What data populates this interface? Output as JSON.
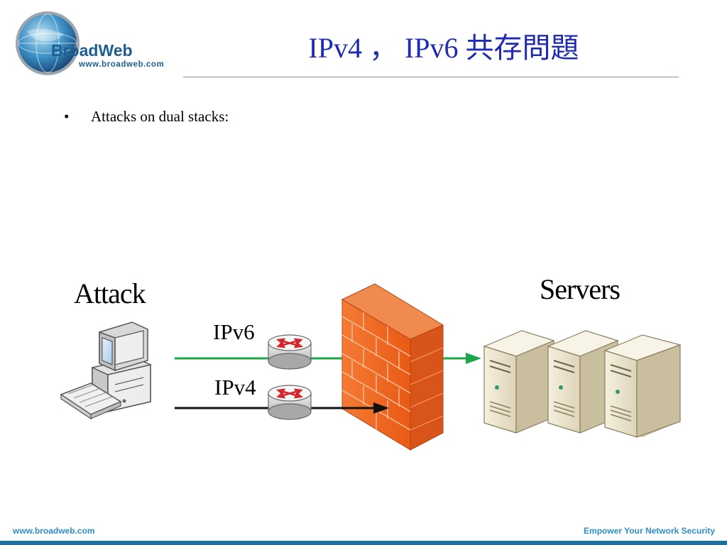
{
  "logo": {
    "name": "BroadWeb",
    "url": "www.broadweb.com"
  },
  "title": "IPv4 ， IPv6 共存問題",
  "bullet": {
    "marker": "•",
    "text": "Attacks on dual stacks:"
  },
  "diagram": {
    "attack_label": "Attack",
    "servers_label": "Servers",
    "ipv6_label": "IPv6",
    "ipv4_label": "IPv4",
    "colors": {
      "ipv6_line": "#1aa84a",
      "ipv4_line": "#111111",
      "firewall": "#f26a22",
      "server": "#ece6d2"
    }
  },
  "footer": {
    "left": "www.broadweb.com",
    "right": "Empower Your Network Security"
  }
}
